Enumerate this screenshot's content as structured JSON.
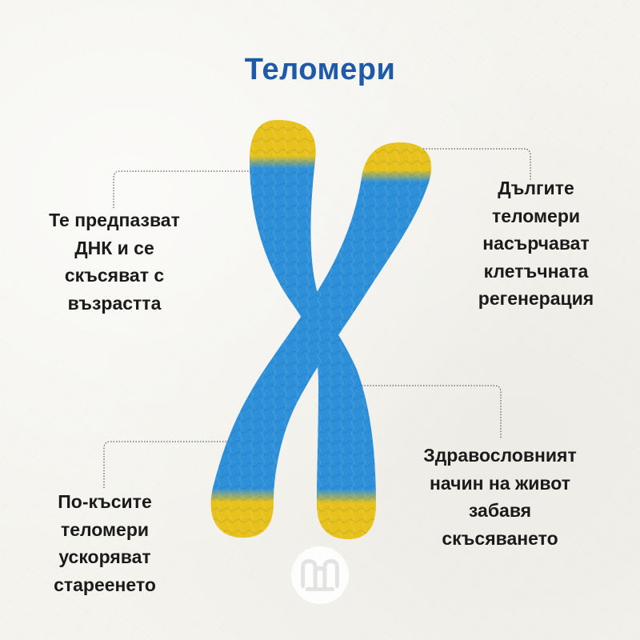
{
  "title": "Теломери",
  "labels": {
    "top_left": "Те предпазват\nДНК и се\nскъсяват с\nвъзрастта",
    "top_right": "Дългите\nтеломери\nнасърчават\nклетъчната\nрегенерация",
    "bottom_left": "По-късите\nтеломери\nускоряват\nстареенето",
    "bottom_right": "Здравословният\nначин на живот\nзабавя\nскъсяването"
  },
  "colors": {
    "title": "#1f5aa8",
    "chromatid": "#2e90d8",
    "telomere": "#e8c21c",
    "background": "#f4f3ee"
  },
  "icons": {
    "logo": "open-book-logo-icon"
  }
}
